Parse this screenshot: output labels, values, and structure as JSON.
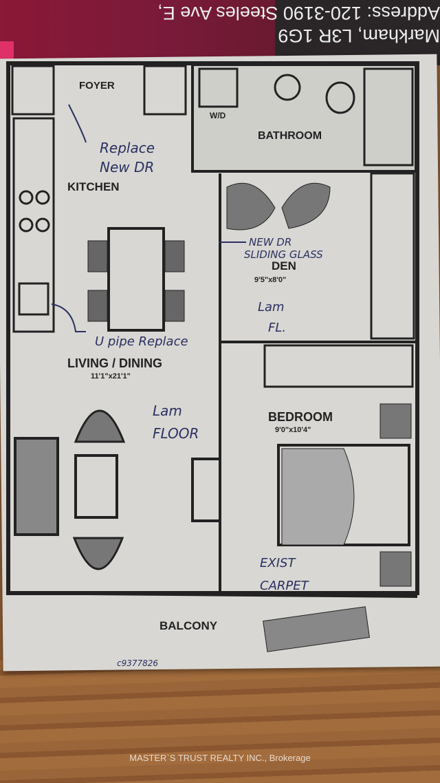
{
  "address": {
    "line1": "Address: 120-3190 Steeles Ave E,",
    "line2": "Markham, L3R 1G9"
  },
  "rooms": {
    "foyer": "FOYER",
    "wd": "W/D",
    "bathroom": "BATHROOM",
    "kitchen": "KITCHEN",
    "den": "DEN",
    "den_dim": "9'5\"x8'0\"",
    "living": "LIVING / DINING",
    "living_dim": "11'1\"x21'1\"",
    "bedroom": "BEDROOM",
    "bedroom_dim": "9'0\"x10'4\"",
    "balcony": "BALCONY"
  },
  "notes": {
    "replace_door_1": "Replace",
    "replace_door_2": "New DR",
    "new_door_1": "NEW DR",
    "new_door_2": "SLIDING GLASS",
    "lam_fl_1": "Lam",
    "lam_fl_2": "FL.",
    "pipe": "U pipe Replace",
    "lam_floor_1": "Lam",
    "lam_floor_2": "FLOOR",
    "carpet_1": "EXIST",
    "carpet_2": "CARPET"
  },
  "listing_id": "c9377826",
  "watermark": "MASTER`S TRUST REALTY INC., Brokerage"
}
